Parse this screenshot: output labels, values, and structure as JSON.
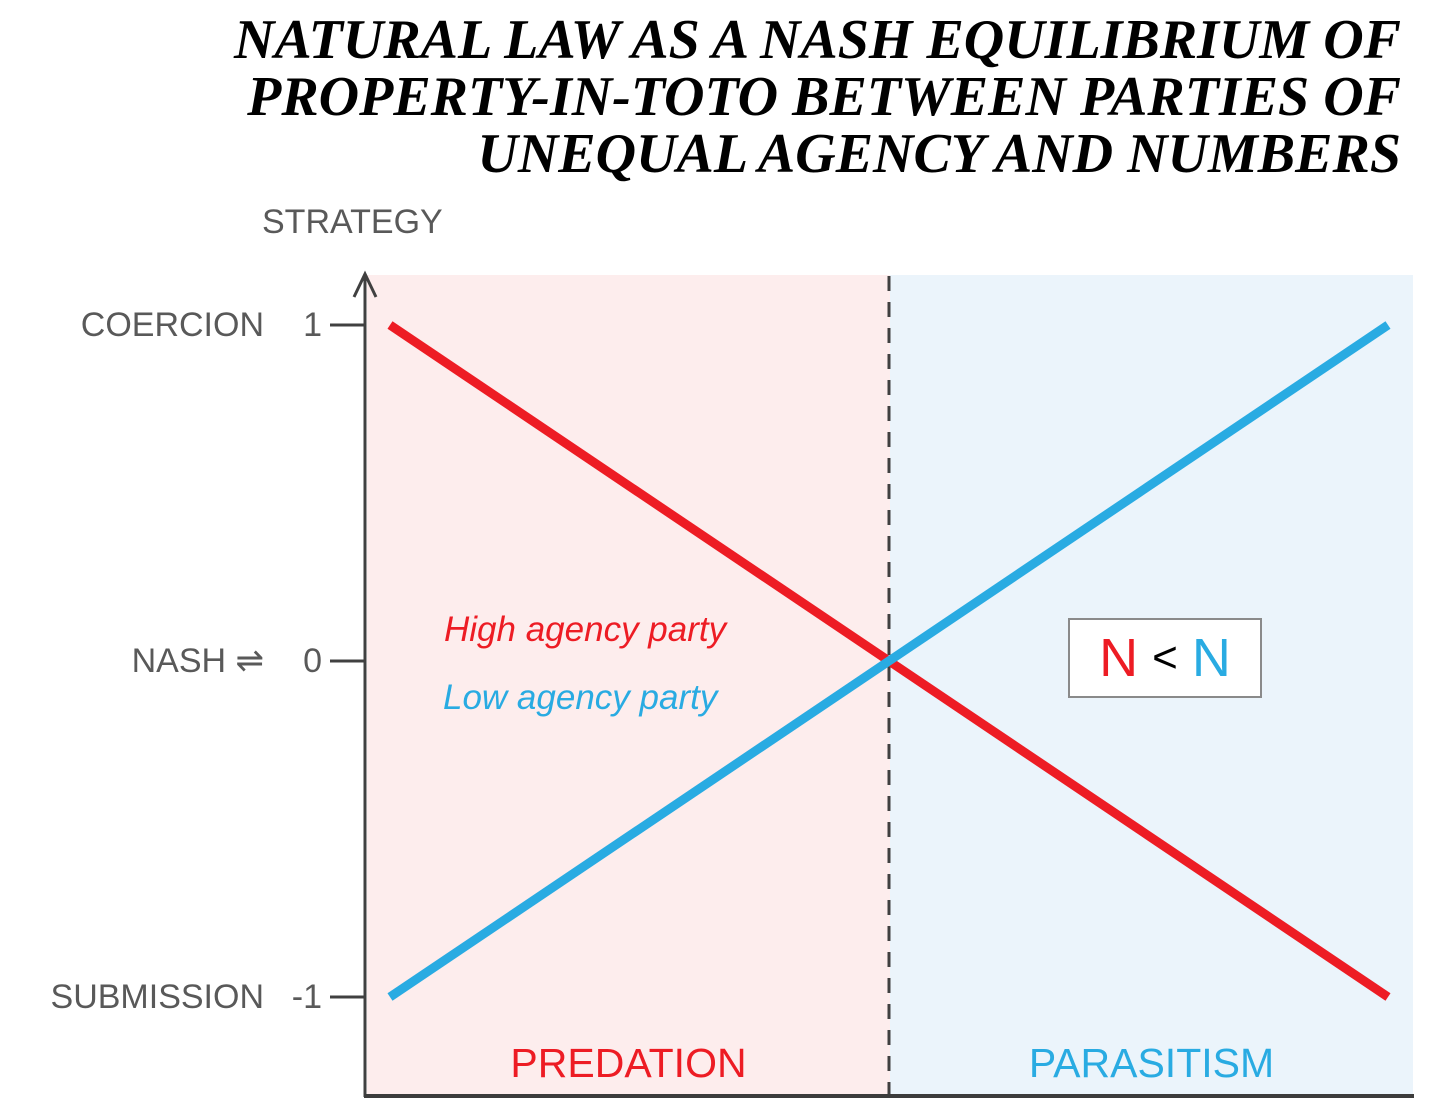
{
  "title": {
    "lines": [
      "NATURAL LAW AS A NASH EQUILIBRIUM OF",
      "PROPERTY-IN-TOTO BETWEEN PARTIES OF",
      "UNEQUAL AGENCY AND NUMBERS"
    ]
  },
  "colors": {
    "red": "#ED1C24",
    "blue": "#29ABE2",
    "gray_text": "#595959",
    "axis": "#404040",
    "pink_bg": "#FDEDED",
    "blue_bg": "#EBF4FB",
    "box_border": "#8a8a8a"
  },
  "nn_annotation": {
    "left": "N",
    "op": "<",
    "right": "N",
    "left_color": "#ED1C24",
    "op_color": "#000000",
    "right_color": "#29ABE2"
  },
  "chart_data": {
    "type": "line",
    "title": "NATURAL LAW AS A NASH EQUILIBRIUM OF PROPERTY-IN-TOTO BETWEEN PARTIES OF UNEQUAL AGENCY AND NUMBERS",
    "ylabel": "STRATEGY",
    "xlabel": "",
    "x": [
      0,
      1
    ],
    "ylim": [
      -1,
      1
    ],
    "grid": false,
    "legend_position": "inside-left",
    "series": [
      {
        "name": "High agency party",
        "color": "#ED1C24",
        "values": [
          1,
          -1
        ]
      },
      {
        "name": "Low agency party",
        "color": "#29ABE2",
        "values": [
          -1,
          1
        ]
      }
    ],
    "yticks": [
      {
        "value": 1,
        "value_label": "1",
        "label": "COERCION"
      },
      {
        "value": 0,
        "value_label": "0",
        "label": "NASH ⇌"
      },
      {
        "value": -1,
        "value_label": "-1",
        "label": "SUBMISSION"
      }
    ],
    "regions": [
      {
        "label": "PREDATION",
        "x_range": [
          0,
          0.5
        ],
        "fill": "#FDEDED",
        "label_color": "#ED1C24"
      },
      {
        "label": "PARASITISM",
        "x_range": [
          0.5,
          1
        ],
        "fill": "#EBF4FB",
        "label_color": "#29ABE2"
      }
    ],
    "equilibrium_line": {
      "x": 0.5,
      "style": "dashed",
      "color": "#404040"
    },
    "annotation": "N < N",
    "intersection": {
      "x": 0.5,
      "y": 0
    }
  }
}
